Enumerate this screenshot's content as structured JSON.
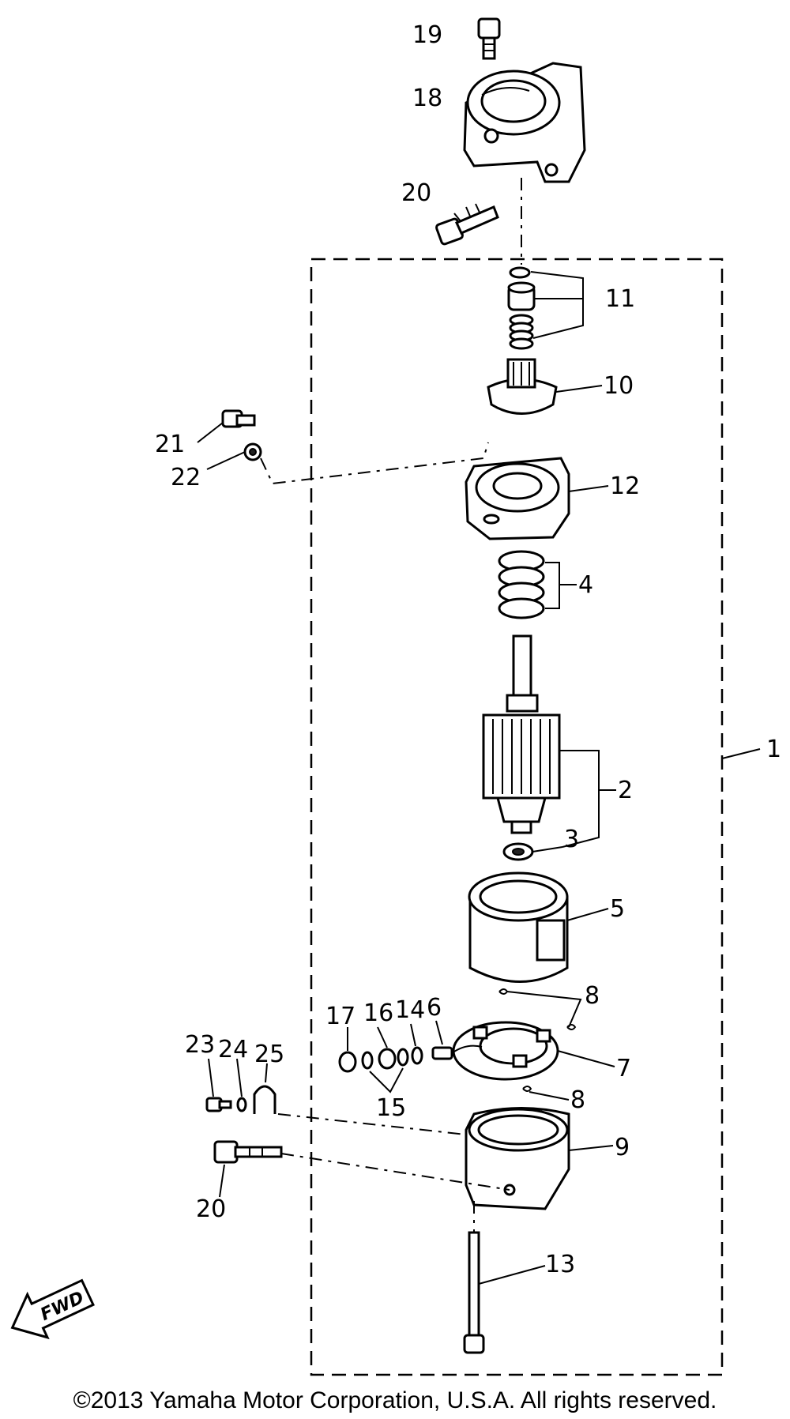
{
  "callouts": {
    "c1": "1",
    "c2": "2",
    "c3": "3",
    "c4": "4",
    "c5": "5",
    "c6": "6",
    "c7": "7",
    "c8a": "8",
    "c8b": "8",
    "c9": "9",
    "c10": "10",
    "c11": "11",
    "c12": "12",
    "c13": "13",
    "c14": "14",
    "c15": "15",
    "c16": "16",
    "c17": "17",
    "c18": "18",
    "c19": "19",
    "c20a": "20",
    "c20b": "20",
    "c21": "21",
    "c22": "22",
    "c23": "23",
    "c24": "24",
    "c25": "25"
  },
  "fwd_label": "FWD",
  "copyright": "©2013 Yamaha Motor Corporation, U.S.A. All rights reserved."
}
